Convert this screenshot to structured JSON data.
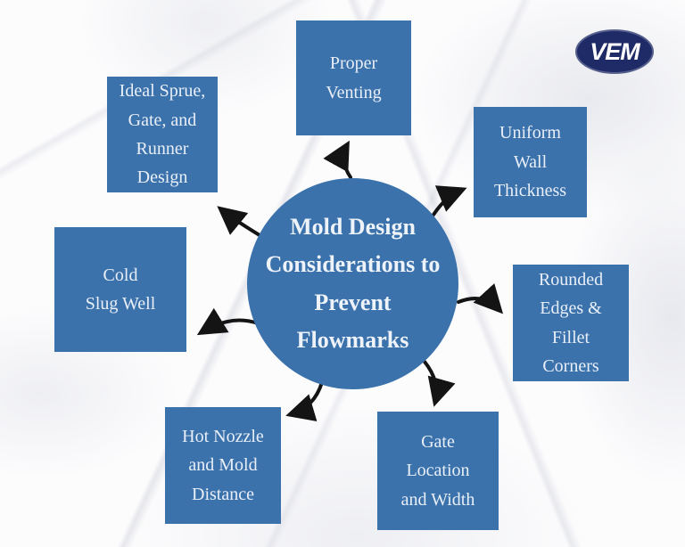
{
  "page": {
    "title": "Mold Design Considerations to Prevent Flowmarks"
  },
  "center": {
    "label": "Mold Design\nConsiderations to\nPrevent\nFlowmarks"
  },
  "nodes": [
    {
      "id": "proper-venting",
      "label": "Proper\nVenting"
    },
    {
      "id": "ideal-sprue",
      "label": "Ideal Sprue,\nGate, and\nRunner\nDesign"
    },
    {
      "id": "uniform-wall",
      "label": "Uniform\nWall\nThickness"
    },
    {
      "id": "rounded-edges",
      "label": "Rounded\nEdges &\nFillet\nCorners"
    },
    {
      "id": "gate-location",
      "label": "Gate\nLocation\nand Width"
    },
    {
      "id": "hot-nozzle",
      "label": "Hot Nozzle\nand Mold\nDistance"
    },
    {
      "id": "cold-slug-well",
      "label": "Cold\nSlug Well"
    }
  ],
  "logo": {
    "text": "VEM"
  },
  "colors": {
    "box_blue": "#3b72ab",
    "circle_blue": "#3b72ab",
    "text_light": "#e9eff8",
    "arrow_black": "#141414",
    "logo_navy": "#1e2b66",
    "background": "#fcfcfd"
  }
}
